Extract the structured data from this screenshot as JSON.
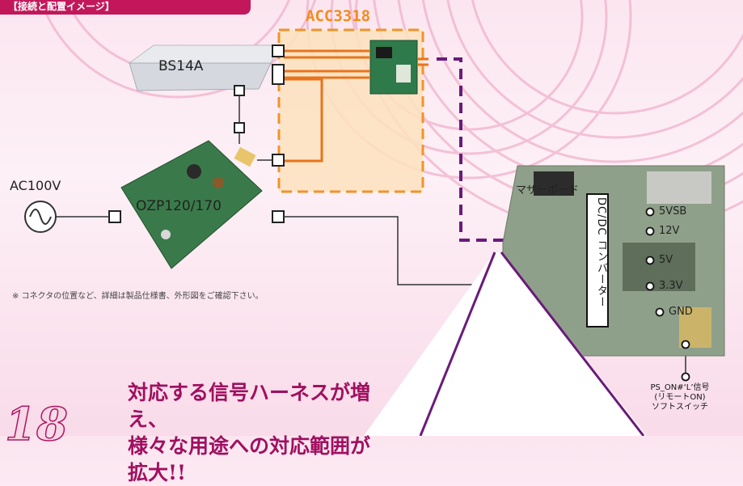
{
  "header_tag": "【接続と配置イメージ】",
  "acc_label": "ACC3318",
  "bs_label": "BS14A",
  "ac_label": "AC100V",
  "ozp_label": "OZP120/170",
  "mb_label": "マザーボード",
  "dcdc_label": "DC/DC コンバーター",
  "rails": [
    "5VSB",
    "12V",
    "5V",
    "3.3V",
    "GND"
  ],
  "pson": {
    "line1": "PS_ON#‘L’信号",
    "line2": "(リモートON)",
    "line3": "ソフトスイッチ"
  },
  "note": "※ コネクタの位置など、詳細は製品仕様書、外形図をご確認下さい。",
  "headline": {
    "line1": "対応する信号ハーネスが増え、",
    "line2": "様々な用途への対応範囲が拡大!!"
  },
  "number": "18",
  "colors": {
    "orange": "#e8741c",
    "purple": "#6a1b7a",
    "magenta": "#c2185b",
    "wire": "#333333"
  }
}
